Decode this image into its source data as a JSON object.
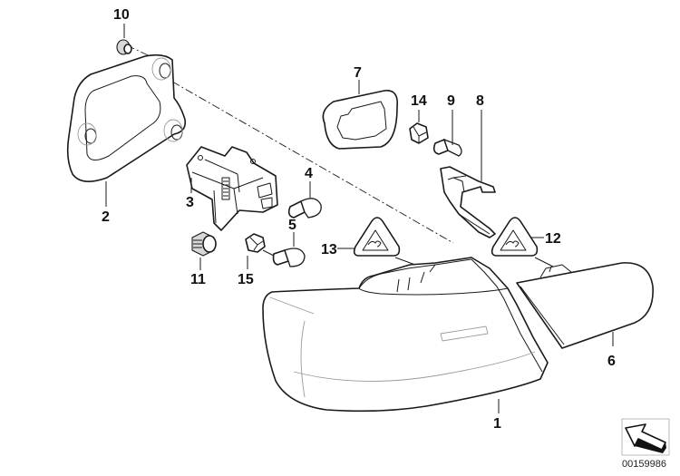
{
  "diagram": {
    "title": "Rear light assembly parts diagram",
    "reference_number": "00159986",
    "colors": {
      "line": "#1a1a1a",
      "background": "#ffffff",
      "text": "#111111"
    },
    "callouts": [
      {
        "id": "1",
        "label": "1",
        "part": "tail-light-housing"
      },
      {
        "id": "2",
        "label": "2",
        "part": "gasket"
      },
      {
        "id": "3",
        "label": "3",
        "part": "bulb-holder"
      },
      {
        "id": "4",
        "label": "4",
        "part": "bulb"
      },
      {
        "id": "5",
        "label": "5",
        "part": "bulb"
      },
      {
        "id": "6",
        "label": "6",
        "part": "inner-tail-light"
      },
      {
        "id": "7",
        "label": "7",
        "part": "gasket-ring"
      },
      {
        "id": "8",
        "label": "8",
        "part": "bracket-clip"
      },
      {
        "id": "9",
        "label": "9",
        "part": "bulb"
      },
      {
        "id": "10",
        "label": "10",
        "part": "nut"
      },
      {
        "id": "11",
        "label": "11",
        "part": "grommet"
      },
      {
        "id": "12",
        "label": "12",
        "part": "warning-label"
      },
      {
        "id": "13",
        "label": "13",
        "part": "warning-label"
      },
      {
        "id": "14",
        "label": "14",
        "part": "bulb-socket"
      },
      {
        "id": "15",
        "label": "15",
        "part": "bulb-socket"
      }
    ],
    "icons": {
      "nav_arrow": "arrow-up-left-icon",
      "warning": "warning-triangle-icon"
    }
  }
}
